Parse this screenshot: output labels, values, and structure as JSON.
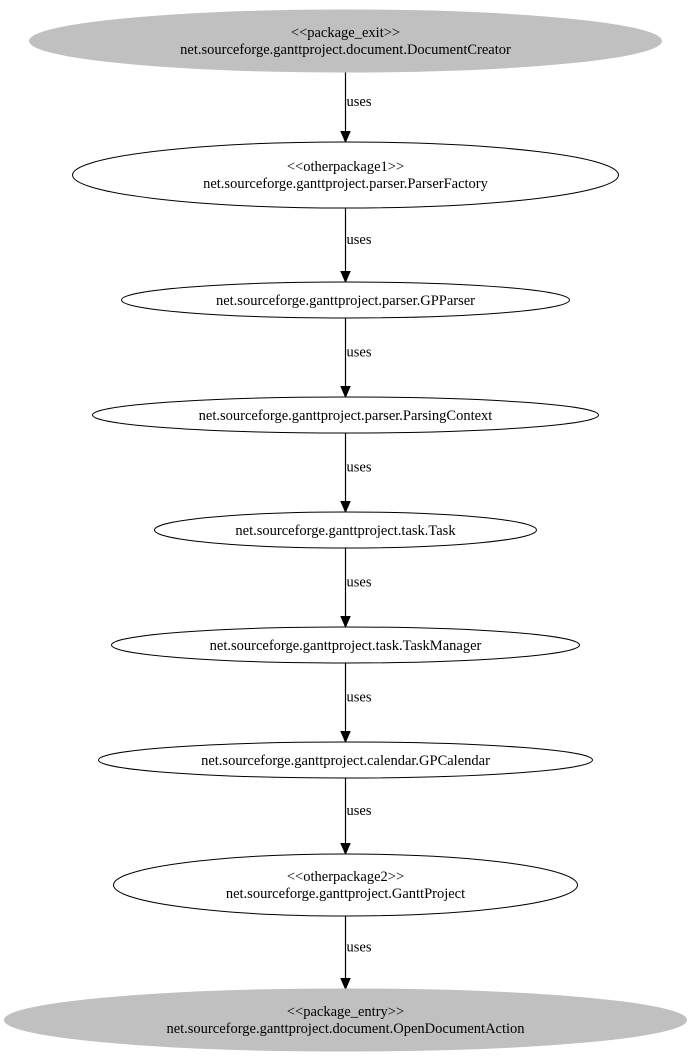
{
  "colors": {
    "entry_exit_fill": "#c0c0c0",
    "default_fill": "#ffffff",
    "stroke": "#000000"
  },
  "nodes": [
    {
      "stereotype": "<<package_exit>>",
      "name": "net.sourceforge.ganttproject.document.DocumentCreator",
      "style": "filled"
    },
    {
      "stereotype": "<<otherpackage1>>",
      "name": "net.sourceforge.ganttproject.parser.ParserFactory",
      "style": "outline"
    },
    {
      "stereotype": "",
      "name": "net.sourceforge.ganttproject.parser.GPParser",
      "style": "outline"
    },
    {
      "stereotype": "",
      "name": "net.sourceforge.ganttproject.parser.ParsingContext",
      "style": "outline"
    },
    {
      "stereotype": "",
      "name": "net.sourceforge.ganttproject.task.Task",
      "style": "outline"
    },
    {
      "stereotype": "",
      "name": "net.sourceforge.ganttproject.task.TaskManager",
      "style": "outline"
    },
    {
      "stereotype": "",
      "name": "net.sourceforge.ganttproject.calendar.GPCalendar",
      "style": "outline"
    },
    {
      "stereotype": "<<otherpackage2>>",
      "name": "net.sourceforge.ganttproject.GanttProject",
      "style": "outline"
    },
    {
      "stereotype": "<<package_entry>>",
      "name": "net.sourceforge.ganttproject.document.OpenDocumentAction",
      "style": "filled"
    }
  ],
  "edges": [
    {
      "from": 0,
      "to": 1,
      "label": "uses"
    },
    {
      "from": 1,
      "to": 2,
      "label": "uses"
    },
    {
      "from": 2,
      "to": 3,
      "label": "uses"
    },
    {
      "from": 3,
      "to": 4,
      "label": "uses"
    },
    {
      "from": 4,
      "to": 5,
      "label": "uses"
    },
    {
      "from": 5,
      "to": 6,
      "label": "uses"
    },
    {
      "from": 6,
      "to": 7,
      "label": "uses"
    },
    {
      "from": 7,
      "to": 8,
      "label": "uses"
    }
  ]
}
